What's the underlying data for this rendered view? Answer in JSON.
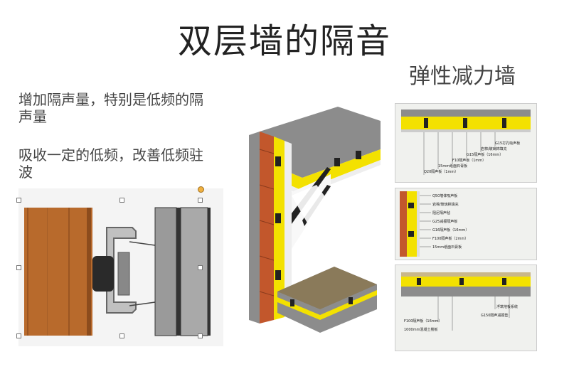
{
  "title": "双层墙的隔音",
  "subtitle": "弹性减力墙",
  "paragraphs": [
    "增加隔声量，特别是低频的隔声量",
    "吸收一定的低频，改善低频驻波"
  ],
  "colors": {
    "wood": "#b86a2c",
    "insulation": "#f3e100",
    "brick": "#c2572c",
    "concrete": "#8c8c8c",
    "gypsum": "#f2f2f2",
    "steel": "#9a9a9a"
  },
  "panel_top_labels": [
    "G15打孔吸声板",
    "岩棉/玻璃棉填充",
    "G15隔声板（16mm）",
    "F10隔声板（1mm）",
    "15mm纸面石膏板",
    "Q20隔声板（1mm）"
  ],
  "panel_mid_labels": [
    "Q50墙体吸声板",
    "岩棉/玻璃棉填充",
    "阻尼隔声毡",
    "G25减振隔声板",
    "G16隔声板（16mm）",
    "F100隔声板（2mm）",
    "15mm纸面石膏板"
  ],
  "panel_bot_labels": [
    "浮筑地板系统",
    "G150隔声减振垫",
    "F100隔声板（16mm）",
    "1000mm混凝土楼板"
  ]
}
